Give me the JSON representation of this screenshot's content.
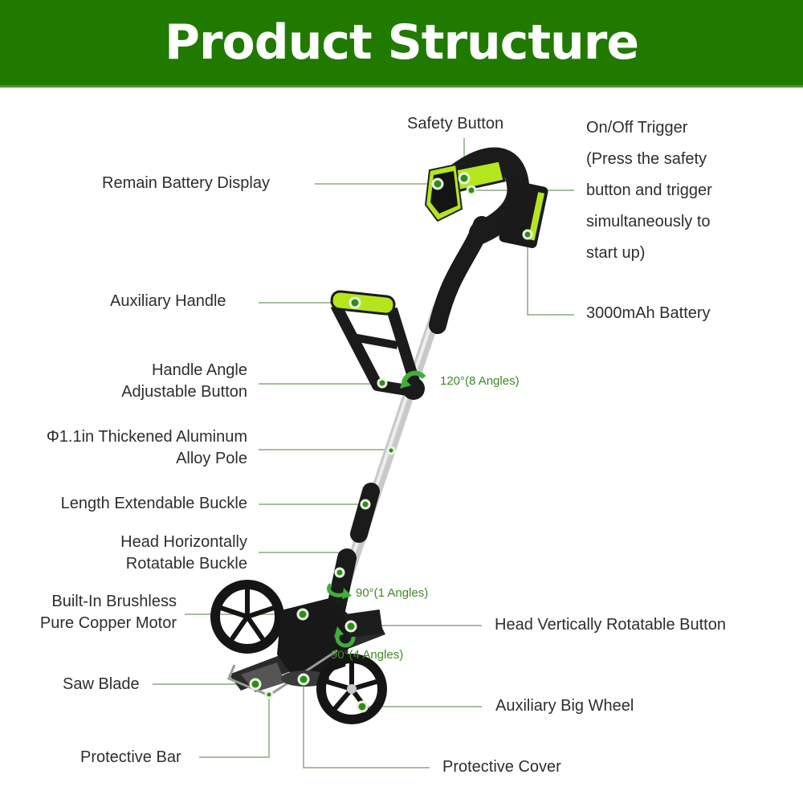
{
  "title": "Product Structure",
  "colors": {
    "banner": "#217a00",
    "accent": "#b5e61d",
    "leader": "#8aa882",
    "dot": "#2e8b1e",
    "angle_text": "#3d8a22"
  },
  "labels": {
    "safety_button": "Safety Button",
    "remain_battery_display": "Remain Battery Display",
    "on_off_trigger": [
      "On/Off Trigger",
      "(Press the safety",
      "button and trigger",
      "simultaneously to",
      "start up)"
    ],
    "battery": "3000mAh Battery",
    "auxiliary_handle": "Auxiliary Handle",
    "handle_angle_button": [
      "Handle Angle",
      "Adjustable Button"
    ],
    "aluminum_pole": [
      "Φ1.1in Thickened Aluminum",
      "Alloy Pole"
    ],
    "length_buckle": "Length Extendable Buckle",
    "head_horizontal_buckle": [
      "Head Horizontally",
      "Rotatable Buckle"
    ],
    "motor": [
      "Built-In Brushless",
      "Pure Copper Motor"
    ],
    "head_vertical_button": "Head Vertically Rotatable Button",
    "saw_blade": "Saw Blade",
    "big_wheel": "Auxiliary Big Wheel",
    "protective_bar": "Protective Bar",
    "protective_cover": "Protective Cover"
  },
  "angles": {
    "handle": "120°(8 Angles)",
    "head_horizontal": "90°(1 Angles)",
    "head_vertical": "90°(4 Angles)"
  }
}
